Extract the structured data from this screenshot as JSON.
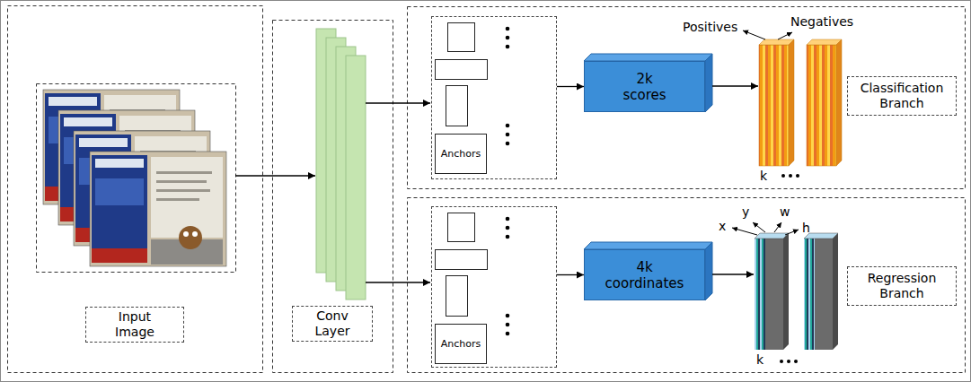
{
  "diagram": {
    "nodes": [
      {
        "text": [
          "Input Image"
        ]
      },
      {
        "text": [
          "Conv Layer"
        ]
      },
      {
        "text": [
          "Anchors"
        ]
      },
      {
        "text": [
          "2k scores"
        ]
      },
      {
        "text": [
          "Classification Branch"
        ]
      },
      {
        "text": [
          "Anchors"
        ]
      },
      {
        "text": [
          "4k coordinates"
        ]
      },
      {
        "text": [
          "Regression Branch"
        ]
      }
    ],
    "edges": [
      {
        "from": 2,
        "to": 3,
        "arrow": "to"
      },
      {
        "from": 5,
        "to": 6,
        "arrow": "to"
      }
    ],
    "labels": [
      "Positives",
      "Negatives",
      "k",
      "x",
      "y",
      "w",
      "h",
      "k"
    ]
  }
}
